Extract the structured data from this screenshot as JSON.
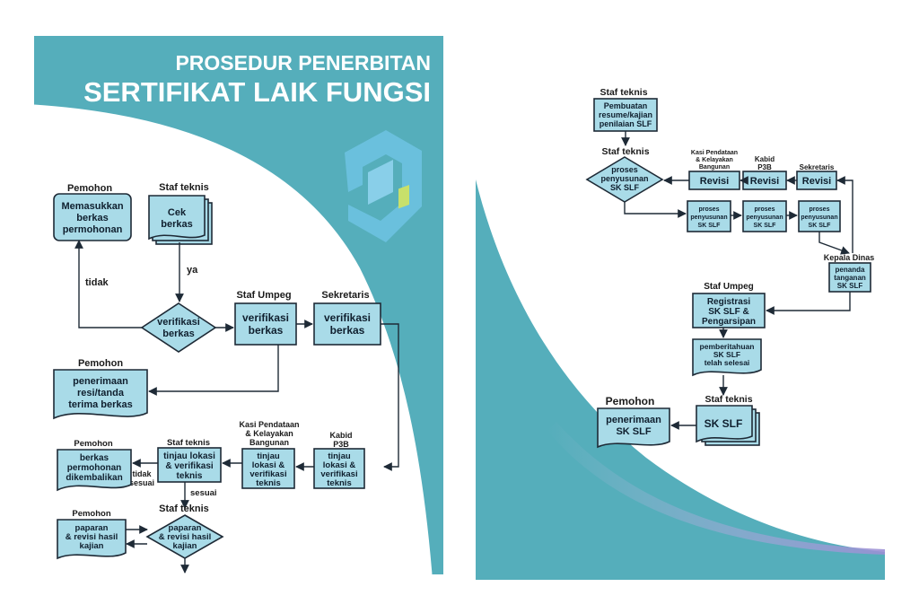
{
  "title": {
    "line1": "PROSEDUR PENERBITAN",
    "line2": "SERTIFIKAT LAIK FUNGSI"
  },
  "colors": {
    "teal": "#55aebb",
    "box_fill": "#a9dbe8",
    "logo": "#6fc3e3",
    "logo_accent": "#c8e06b",
    "stroke": "#1e2a36"
  },
  "left": {
    "pemohon1_role": "Pemohon",
    "pemohon1_box": [
      "Memasukkan",
      "berkas",
      "permohonan"
    ],
    "staf_teknis1_role": "Staf teknis",
    "staf_teknis1_box": [
      "Cek",
      "berkas"
    ],
    "label_ya": "ya",
    "label_tidak": "tidak",
    "decision1": [
      "verifikasi",
      "berkas"
    ],
    "staf_umpeg_role": "Staf Umpeg",
    "staf_umpeg_box": [
      "verifikasi",
      "berkas"
    ],
    "sekretaris_role": "Sekretaris",
    "sekretaris_box": [
      "verifikasi",
      "berkas"
    ],
    "pemohon2_role": "Pemohon",
    "pemohon2_box": [
      "penerimaan",
      "resi/tanda",
      "terima berkas"
    ],
    "pemohon3_role": "Pemohon",
    "pemohon3_box": [
      "berkas",
      "permohonan",
      "dikembalikan"
    ],
    "staf_teknis2_role": "Staf teknis",
    "staf_teknis2_box": [
      "tinjau lokasi",
      "& verifikasi",
      "teknis"
    ],
    "kasi_role": [
      "Kasi Pendataan",
      "& Kelayakan",
      "Bangunan"
    ],
    "kasi_box": [
      "tinjau",
      "lokasi &",
      "verifikasi",
      "teknis"
    ],
    "kabid_role": [
      "Kabid",
      "P3B"
    ],
    "kabid_box": [
      "tinjau",
      "lokasi &",
      "verifikasi",
      "teknis"
    ],
    "label_tidak_sesuai": [
      "tidak",
      "sesuai"
    ],
    "label_sesuai": "sesuai",
    "pemohon4_role": "Pemohon",
    "pemohon4_box": [
      "paparan",
      "& revisi hasil",
      "kajian"
    ],
    "staf_teknis3_role": "Staf teknis",
    "decision2": [
      "paparan",
      "& revisi hasil",
      "kajian"
    ]
  },
  "right": {
    "staf_teknis_a_role": "Staf teknis",
    "staf_teknis_a_box": [
      "Pembuatan",
      "resume/kajian",
      "penilaian SLF"
    ],
    "staf_teknis_b_role": "Staf teknis",
    "decision": [
      "proses",
      "penyusunan",
      "SK SLF"
    ],
    "kasi_role": [
      "Kasi Pendataan",
      "& Kelayakan",
      "Bangunan"
    ],
    "kabid_role": [
      "Kabid",
      "P3B"
    ],
    "sekretaris_role": "Sekretaris",
    "revisi": "Revisi",
    "proses_box": [
      "proses",
      "penyusunan",
      "SK SLF"
    ],
    "kepala_role": "Kepala Dinas",
    "kepala_box": [
      "penanda",
      "tanganan",
      "SK SLF"
    ],
    "staf_umpeg_role": "Staf Umpeg",
    "registrasi_box": [
      "Registrasi",
      "SK SLF &",
      "Pengarsipan"
    ],
    "pemberitahuan_box": [
      "pemberitahuan",
      "SK SLF",
      "telah selesai"
    ],
    "pemohon_role": "Pemohon",
    "pemohon_box": [
      "penerimaan",
      "SK SLF"
    ],
    "staf_teknis_c_role": "Staf teknis",
    "sk_slf_box": "SK SLF"
  }
}
